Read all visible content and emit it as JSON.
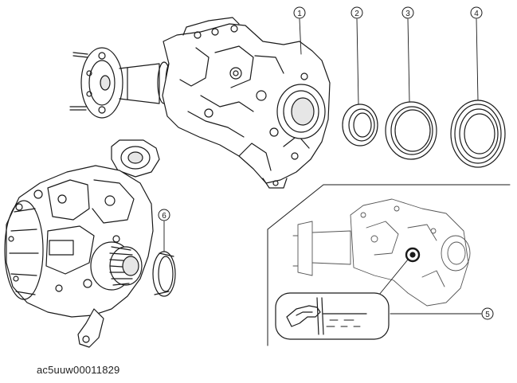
{
  "figure_id": "ac5uuw00011829",
  "callouts": [
    {
      "id": "callout-1",
      "label": "1"
    },
    {
      "id": "callout-2",
      "label": "2"
    },
    {
      "id": "callout-3",
      "label": "3"
    },
    {
      "id": "callout-4",
      "label": "4"
    },
    {
      "id": "callout-5",
      "label": "5"
    },
    {
      "id": "callout-6",
      "label": "6"
    }
  ],
  "colors": {
    "line": "#1a1a1a",
    "fill": "#ffffff",
    "shade": "#e6e6e6"
  }
}
